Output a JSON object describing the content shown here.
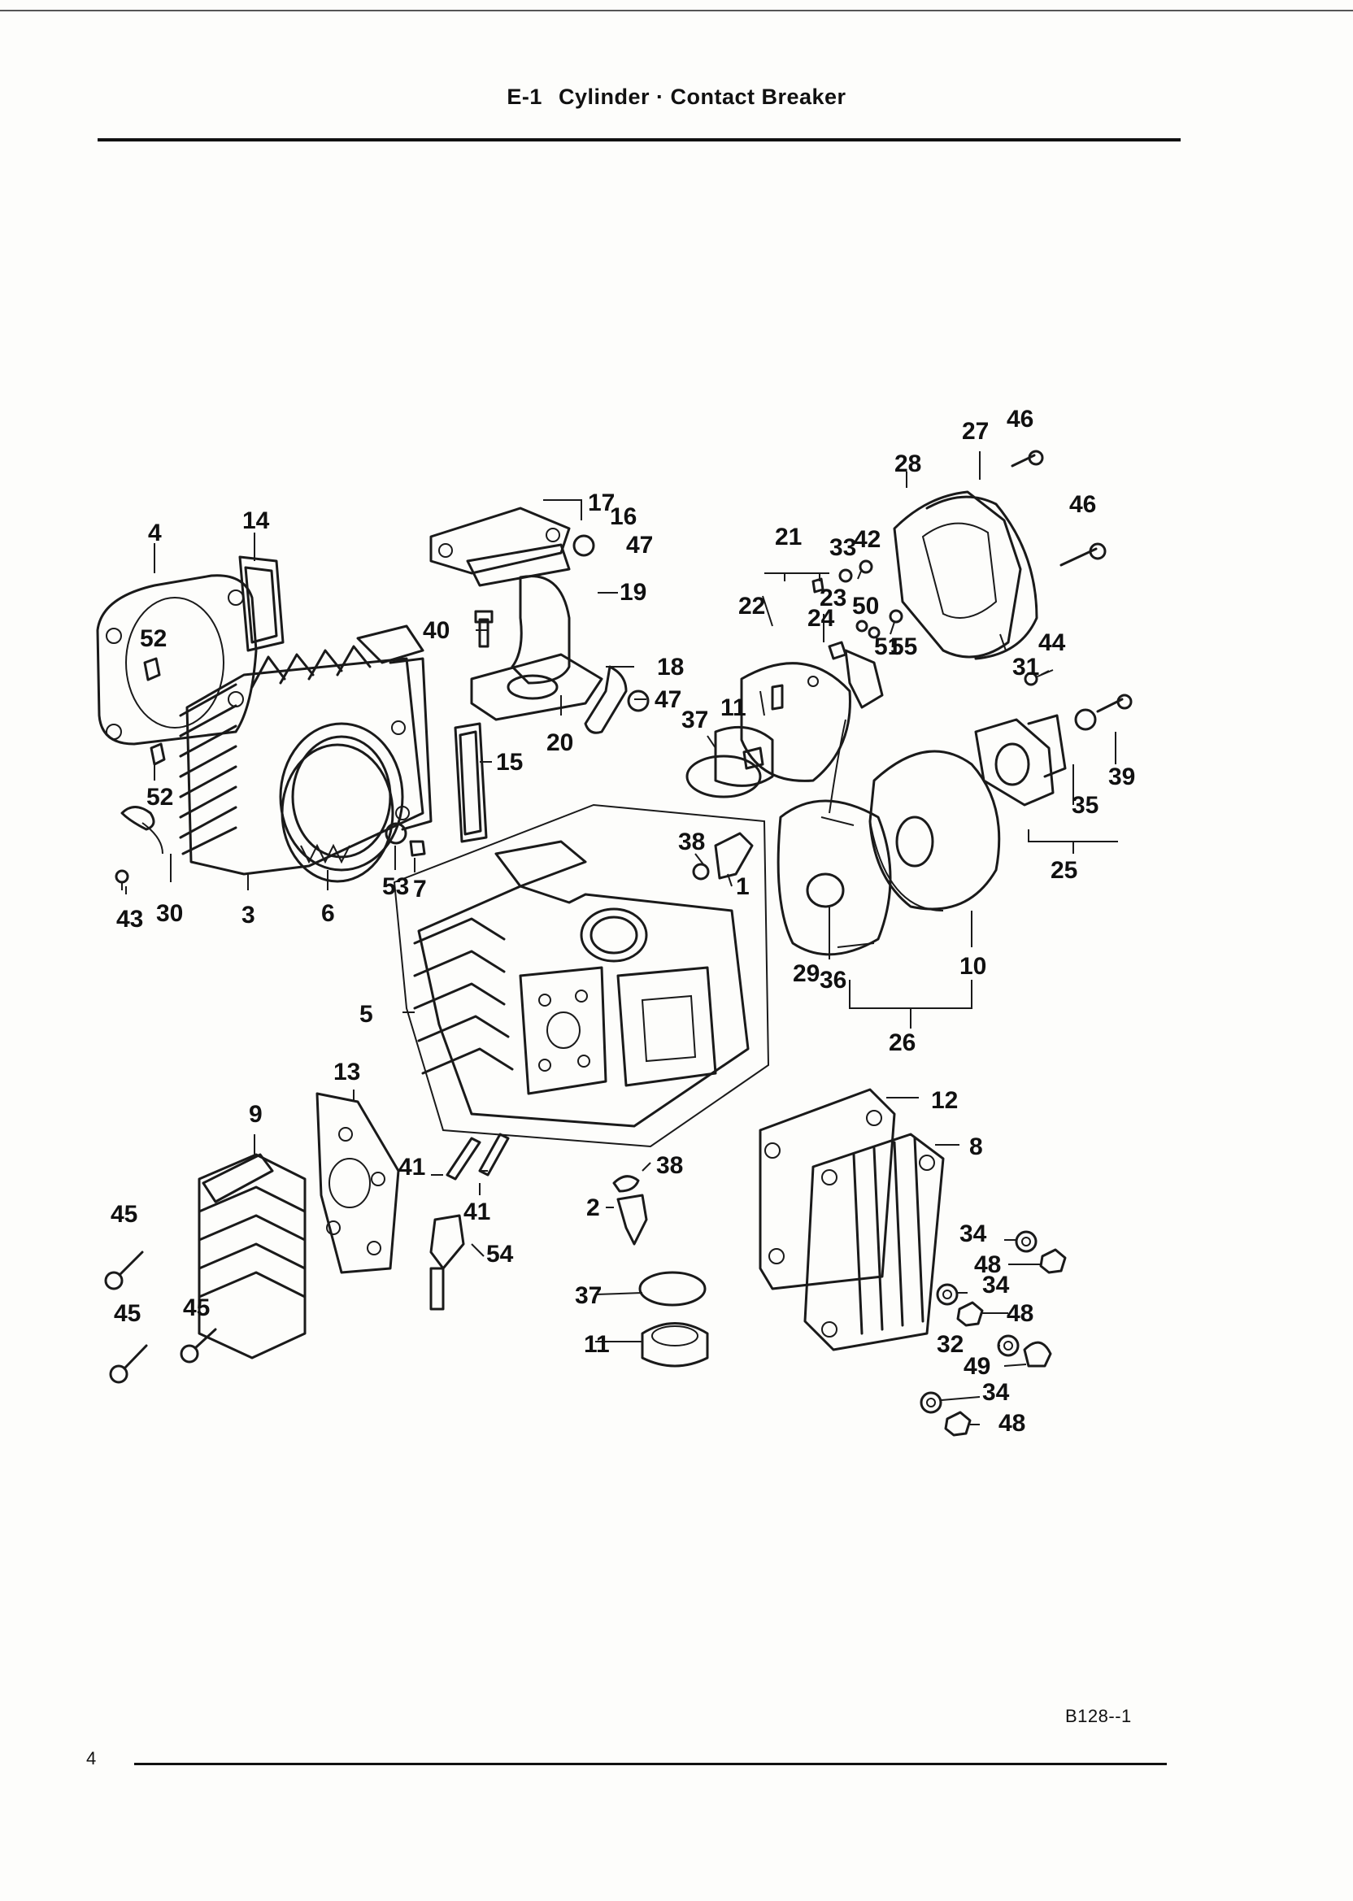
{
  "header": {
    "section": "E-1",
    "title": "Cylinder · Contact Breaker"
  },
  "footer": {
    "page_number": "4",
    "figure_code": "B128--1"
  },
  "part_labels": {
    "p1": "1",
    "p2": "2",
    "p3": "3",
    "p4": "4",
    "p5": "5",
    "p6": "6",
    "p7": "7",
    "p8": "8",
    "p9": "9",
    "p10": "10",
    "p11a": "11",
    "p11b": "11",
    "p12": "12",
    "p13": "13",
    "p14": "14",
    "p15": "15",
    "p16": "16",
    "p17": "17",
    "p18": "18",
    "p19": "19",
    "p20": "20",
    "p21": "21",
    "p22": "22",
    "p23": "23",
    "p24": "24",
    "p25": "25",
    "p26": "26",
    "p27": "27",
    "p28": "28",
    "p29": "29",
    "p30": "30",
    "p31": "31",
    "p32": "32",
    "p33": "33",
    "p34a": "34",
    "p34b": "34",
    "p34c": "34",
    "p35": "35",
    "p36": "36",
    "p37a": "37",
    "p37b": "37",
    "p38a": "38",
    "p38b": "38",
    "p39": "39",
    "p40": "40",
    "p41a": "41",
    "p41b": "41",
    "p42": "42",
    "p43": "43",
    "p44": "44",
    "p45a": "45",
    "p45b": "45",
    "p45c": "45",
    "p46a": "46",
    "p46b": "46",
    "p47a": "47",
    "p47b": "47",
    "p48a": "48",
    "p48b": "48",
    "p48c": "48",
    "p49": "49",
    "p50": "50",
    "p51": "51",
    "p52a": "52",
    "p52b": "52",
    "p53": "53",
    "p54": "54",
    "p55": "55"
  }
}
